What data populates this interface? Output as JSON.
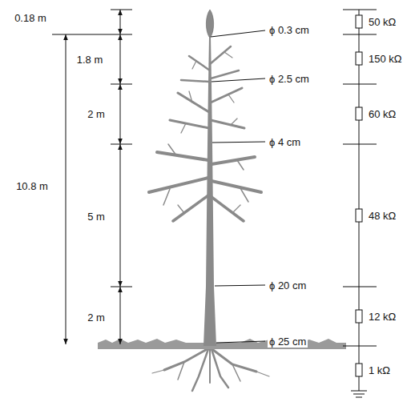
{
  "diagram": {
    "labels": [
      "0.18 m",
      "1.8 m",
      "10.8 m",
      "2 m",
      "5 m",
      "2 m",
      "ϕ 0.3 cm",
      "ϕ 2.5 cm",
      "ϕ 4 cm",
      "ϕ 20 cm",
      "ϕ 25 cm",
      "50 kΩ",
      "150 kΩ",
      "60 kΩ",
      "48 kΩ",
      "12 kΩ",
      "1 kΩ"
    ]
  }
}
